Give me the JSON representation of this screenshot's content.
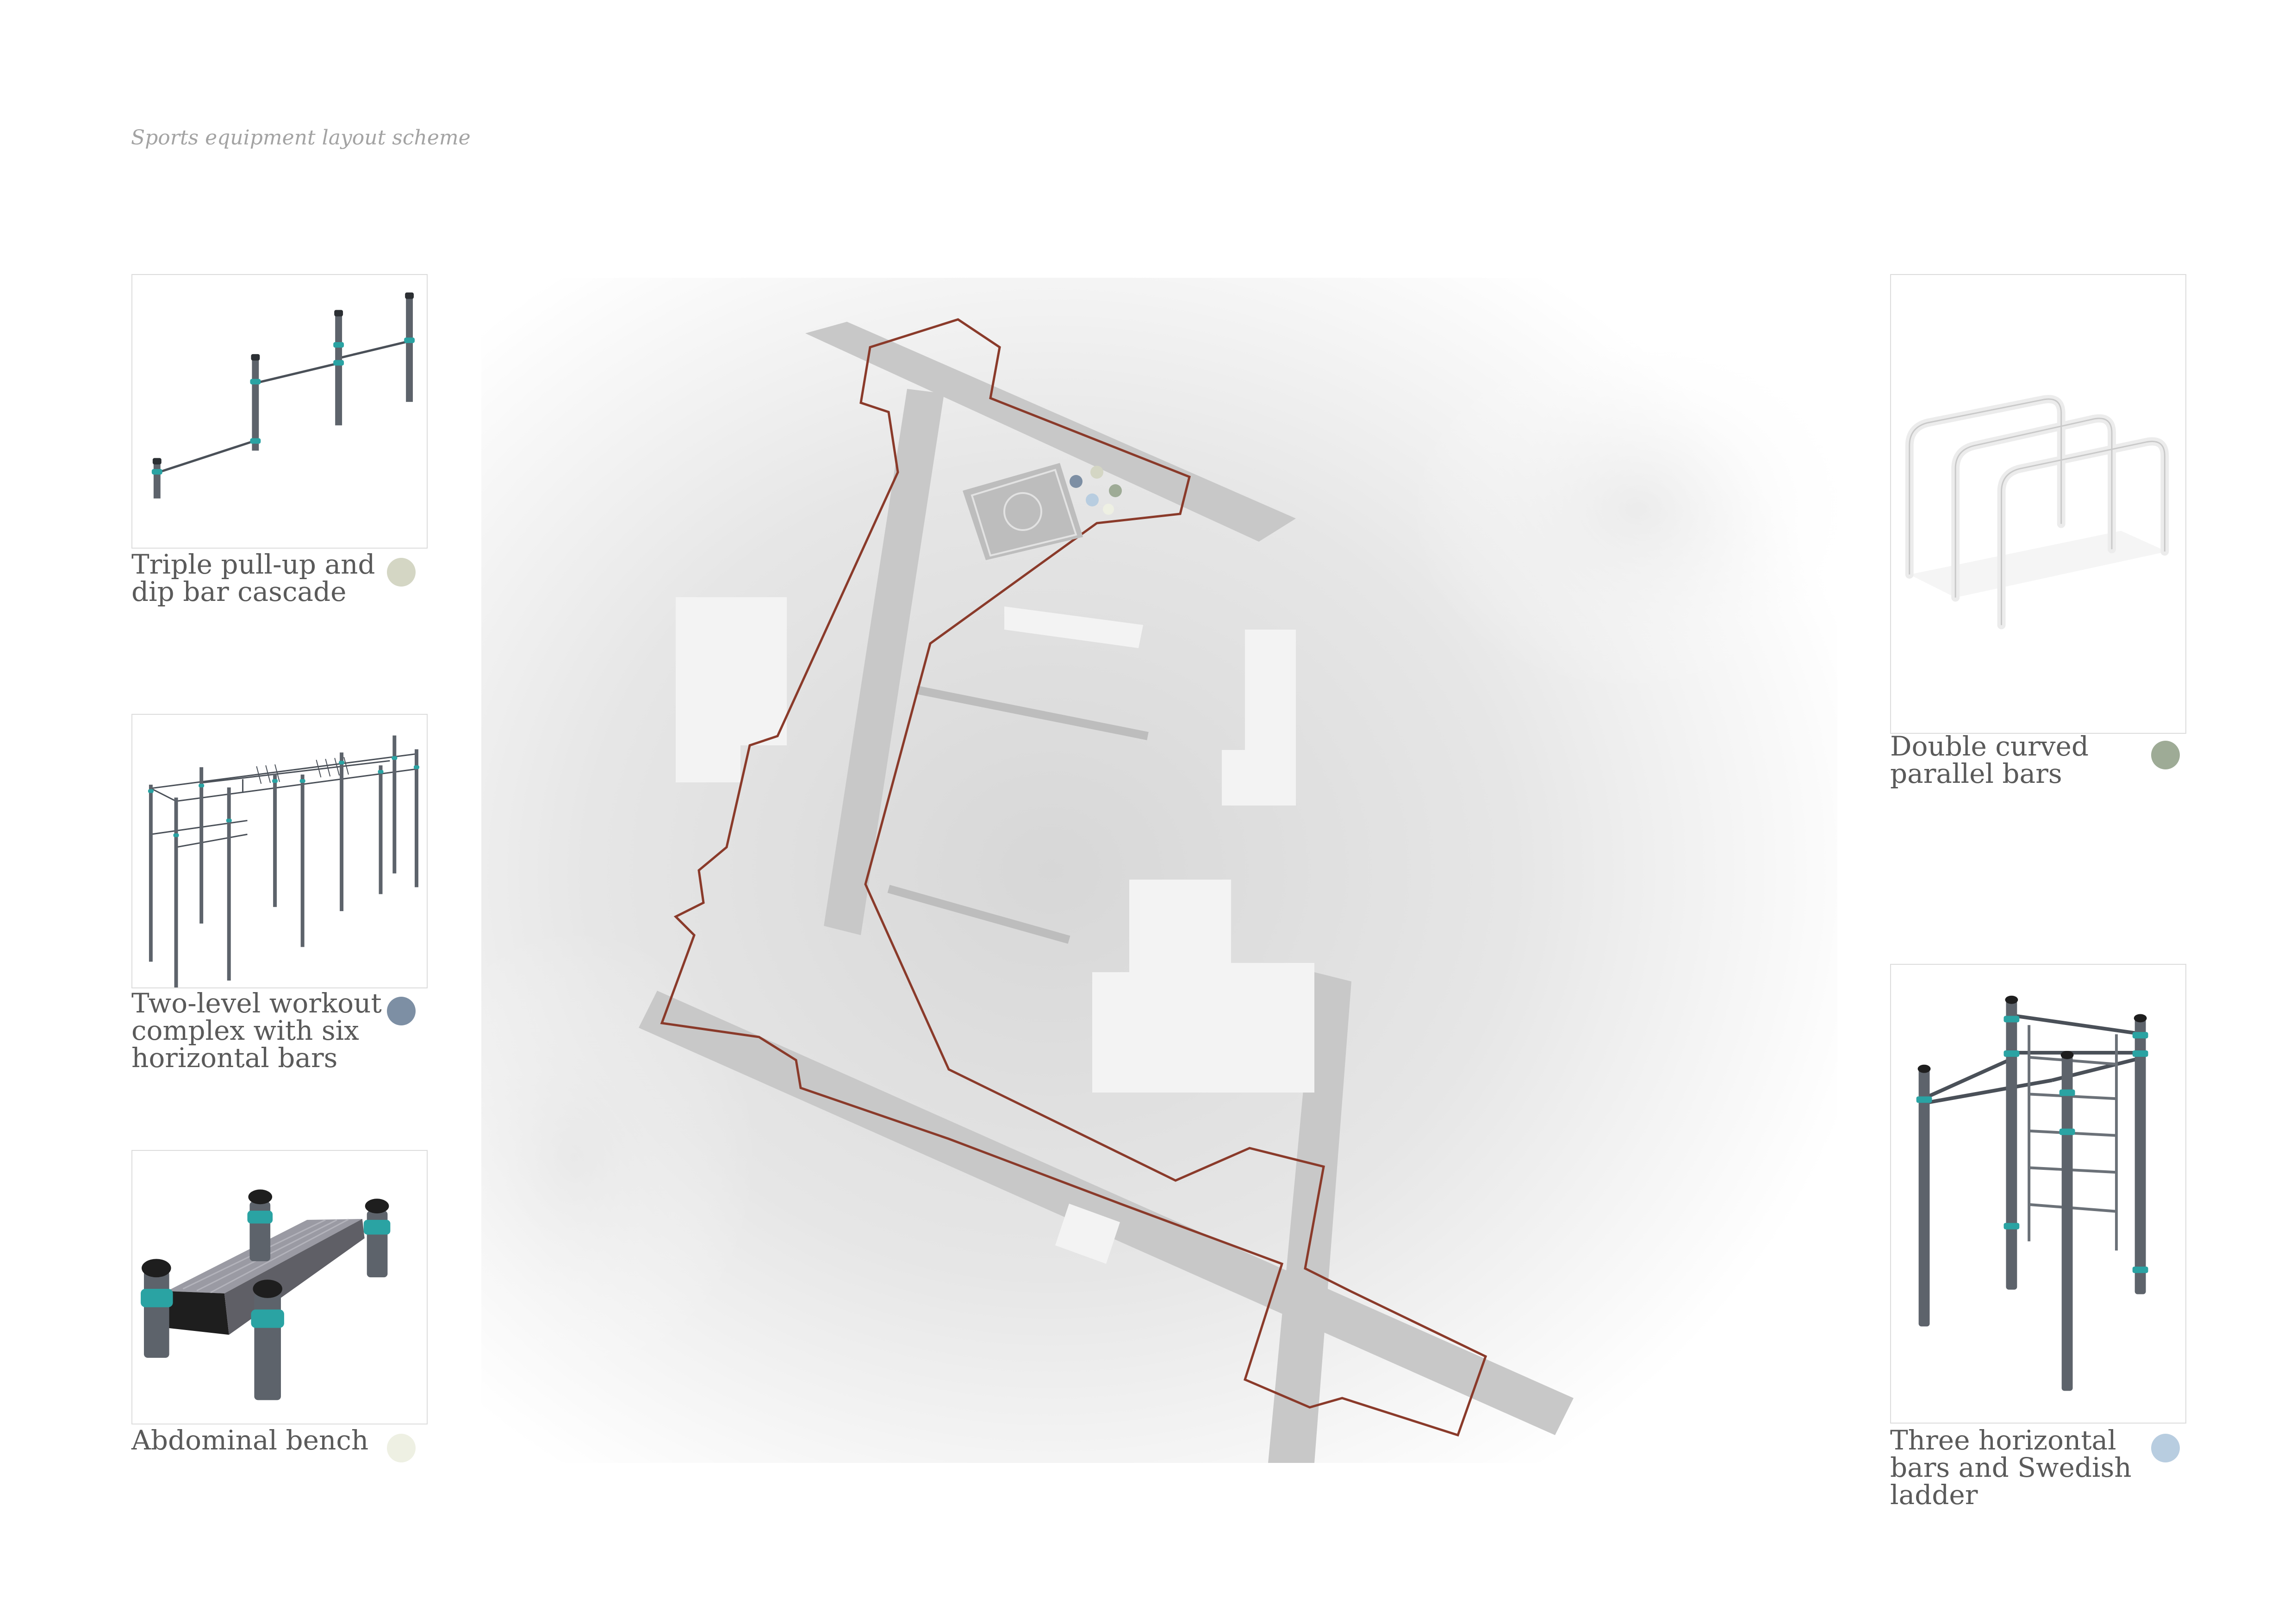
{
  "page": {
    "title": "Sports equipment layout scheme"
  },
  "equipment": [
    {
      "id": "triple-pullup",
      "label": "Triple pull-up and\ndip bar cascade",
      "color": "#d4d6c4",
      "icon": "pullup-cascade-icon"
    },
    {
      "id": "two-level",
      "label": "Two-level workout\ncomplex with six\nhorizontal bars",
      "color": "#7d8fa4",
      "icon": "workout-complex-icon"
    },
    {
      "id": "ab-bench",
      "label": "Abdominal bench",
      "color": "#eef0e3",
      "icon": "bench-icon"
    },
    {
      "id": "parallel-bars",
      "label": "Double curved\nparallel bars",
      "color": "#9eab96",
      "icon": "parallel-bars-icon"
    },
    {
      "id": "swedish-ladder",
      "label": "Three horizontal\nbars and Swedish\nladder",
      "color": "#b8cde0",
      "icon": "swedish-ladder-icon"
    }
  ],
  "map": {
    "outline_color": "#8a3a2a",
    "markers": [
      {
        "equipment": "triple-pullup",
        "color": "#d4d6c4"
      },
      {
        "equipment": "two-level",
        "color": "#7d8fa4"
      },
      {
        "equipment": "ab-bench",
        "color": "#eef0e3"
      },
      {
        "equipment": "parallel-bars",
        "color": "#9eab96"
      },
      {
        "equipment": "swedish-ladder",
        "color": "#b8cde0"
      }
    ]
  }
}
